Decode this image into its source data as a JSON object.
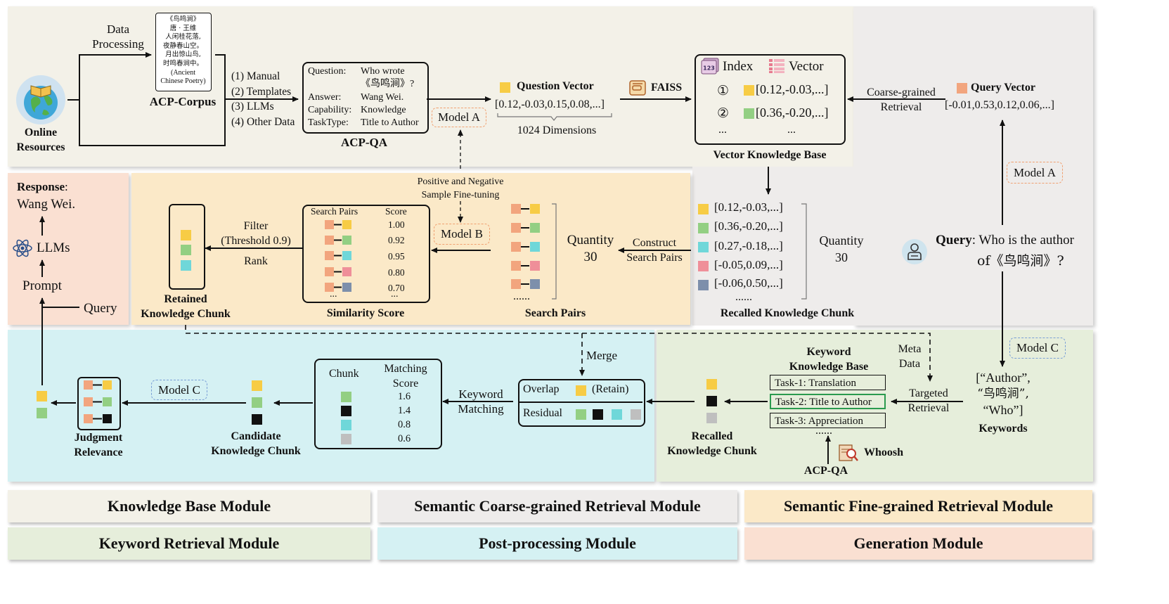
{
  "colors": {
    "kb_bg": "#f3f1e8",
    "coarse_bg": "#eeeceb",
    "fine_bg": "#fbe9c8",
    "gen_bg": "#fae0d2",
    "post_bg": "#d5f1f3",
    "kw_bg": "#e6eedb",
    "yellow": "#f7cc45",
    "green": "#93cf83",
    "cyan": "#6fd7d9",
    "pink": "#ef8f99",
    "slate": "#7d8fab",
    "orange": "#f2a57e",
    "black": "#111111",
    "gray": "#bfbfbf"
  },
  "kb": {
    "data_processing": [
      "Data",
      "Processing"
    ],
    "online_resources": [
      "Online",
      "Resources"
    ],
    "corpus_lines": [
      "《鸟鸣涧》",
      "唐 · 王维",
      "人闲桂花落,",
      "夜静春山空。",
      "月出惊山鸟,",
      "时鸣春涧中。",
      "(Ancient",
      "Chinese Poetry)"
    ],
    "corpus_label": "ACP-Corpus",
    "methods": [
      "(1) Manual",
      "(2) Templates",
      "(3) LLMs",
      "(4) Other Data"
    ],
    "qa_rows": [
      {
        "k": "Question:",
        "v": "Who wrote"
      },
      {
        "k": "",
        "v": "《鸟鸣涧》?"
      },
      {
        "k": "Answer:",
        "v": "Wang Wei."
      },
      {
        "k": "Capability:",
        "v": "Knowledge"
      },
      {
        "k": "TaskType:",
        "v": "Title to Author"
      }
    ],
    "qa_label": "ACP-QA",
    "question_vector_label": "Question Vector",
    "question_vector_value": "[0.12,-0.03,0.15,0.08,...]",
    "dims": "1024 Dimensions",
    "faiss": "FAISS",
    "index_label": "Index",
    "vector_label": "Vector",
    "vkb_rows": [
      {
        "num": "①",
        "val": "[0.12,-0.03,...]"
      },
      {
        "num": "②",
        "val": "[0.36,-0.20,...]"
      }
    ],
    "vkb_dots": [
      "...",
      "..."
    ],
    "vkb_label": "Vector Knowledge Base",
    "model_a": "Model A"
  },
  "coarse": {
    "coarse_label": [
      "Coarse-grained",
      "Retrieval"
    ],
    "query_vector_label": "Query Vector",
    "query_vector_value": "[-0.01,0.53,0.12,0.06,...]",
    "model_a": "Model A",
    "recalled_values": [
      "[0.12,-0.03,...]",
      "[0.36,-0.20,...]",
      "[0.27,-0.18,...]",
      "[-0.05,0.09,...]",
      "[-0.06,0.50,...]"
    ],
    "recalled_dots": "......",
    "quantity": [
      "Quantity",
      "30"
    ],
    "recalled_label": "Recalled Knowledge Chunk",
    "query_bold": "Query",
    "query_text": ": Who is the author",
    "query_text2": "of《鸟鸣涧》?"
  },
  "fine": {
    "finetune": [
      "Positive and Negative",
      "Sample Fine-tuning"
    ],
    "construct": [
      "Construct",
      "Search Pairs"
    ],
    "quantity": [
      "Quantity",
      "30"
    ],
    "search_pairs_label": "Search Pairs",
    "search_pairs_dots": "......",
    "model_b": "Model B",
    "sim_header": [
      "Search Pairs",
      "Score"
    ],
    "scores": [
      "1.00",
      "0.92",
      "0.95",
      "0.80",
      "0.70"
    ],
    "sim_dots": [
      "...",
      "..."
    ],
    "sim_label": "Similarity Score",
    "filter": [
      "Filter",
      "(Threshold 0.9)"
    ],
    "rank": "Rank",
    "retained_label": [
      "Retained",
      "Knowledge Chunk"
    ]
  },
  "gen": {
    "response_bold": "Response",
    "response_colon": ":",
    "response_value": "Wang Wei.",
    "llms": "LLMs",
    "prompt": "Prompt",
    "query": "Query"
  },
  "post": {
    "merge": "Merge",
    "overlap": "Overlap",
    "retain": "(Retain)",
    "residual": "Residual",
    "keyword_matching": [
      "Keyword",
      "Matching"
    ],
    "chunk_header": "Chunk",
    "matching_header": [
      "Matching",
      "Score"
    ],
    "matching_scores": [
      "1.6",
      "1.4",
      "0.8",
      "0.6"
    ],
    "candidate_label": [
      "Candidate",
      "Knowledge Chunk"
    ],
    "model_c": "Model C",
    "judgment_label": [
      "Judgment",
      "Relevance"
    ]
  },
  "kw": {
    "model_c": "Model C",
    "keywords": [
      "[“Author”,",
      "“鸟鸣涧”,",
      "“Who”]"
    ],
    "keywords_label": "Keywords",
    "meta": [
      "Meta",
      "Data"
    ],
    "targeted": [
      "Targeted",
      "Retrieval"
    ],
    "kkb_label": [
      "Keyword",
      "Knowledge Base"
    ],
    "tasks": [
      "Task-1: Translation",
      "Task-2: Title to Author",
      "Task-3: Appreciation"
    ],
    "tasks_dots": "......",
    "whoosh": "Whoosh",
    "acpqa": "ACP-QA",
    "recalled_label": [
      "Recalled",
      "Knowledge Chunk"
    ]
  },
  "legend": [
    {
      "label": "Knowledge Base Module",
      "color": "#f3f1e8"
    },
    {
      "label": "Semantic Coarse-grained Retrieval Module",
      "color": "#eeeceb"
    },
    {
      "label": "Semantic Fine-grained Retrieval Module",
      "color": "#fbe9c8"
    },
    {
      "label": "Keyword Retrieval Module",
      "color": "#e6eedb"
    },
    {
      "label": "Post-processing Module",
      "color": "#d5f1f3"
    },
    {
      "label": "Generation Module",
      "color": "#fae0d2"
    }
  ]
}
